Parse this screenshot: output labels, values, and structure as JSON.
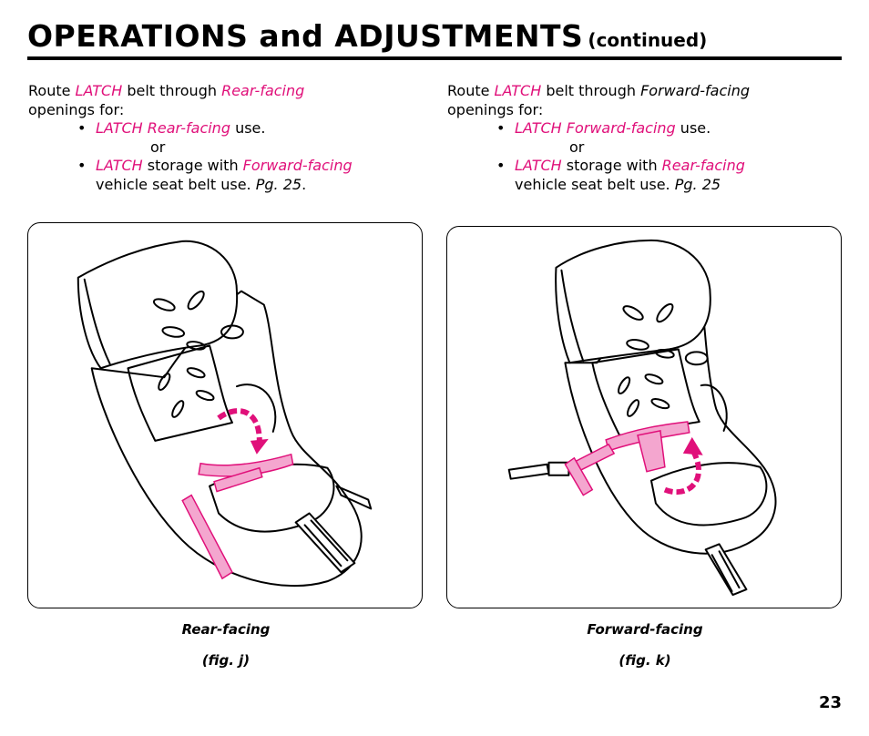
{
  "header": {
    "title_main": "OPERATIONS and ADJUSTMENTS",
    "title_sub": "(continued)"
  },
  "left_col": {
    "route_word": "Route",
    "latch": "LATCH",
    "belt_through": "belt through",
    "mode": "Rear-facing",
    "openings_for": "openings for:",
    "bullet1_highlight": "LATCH Rear-facing",
    "bullet1_rest": "use.",
    "or": "or",
    "bullet2_latch": "LATCH",
    "bullet2_middle": "storage with",
    "bullet2_mode": "Forward-facing",
    "bullet2_cont": "vehicle seat belt use.",
    "bullet2_ref": "Pg. 25",
    "bullet2_end": "."
  },
  "right_col": {
    "route_word": "Route",
    "latch": "LATCH",
    "belt_through": "belt through",
    "mode": "Forward-facing",
    "openings_for": "openings for:",
    "bullet1_highlight": "LATCH Forward-facing",
    "bullet1_rest": "use.",
    "or": "or",
    "bullet2_latch": "LATCH",
    "bullet2_middle": "storage with",
    "bullet2_mode": "Rear-facing",
    "bullet2_cont": "vehicle seat belt use.",
    "bullet2_ref": "Pg. 25"
  },
  "captions": {
    "left_title": "Rear-facing",
    "left_fig": "(fig. j)",
    "right_title": "Forward-facing",
    "right_fig": "(fig. k)"
  },
  "page_number": "23",
  "colors": {
    "accent_magenta": "#e0107a",
    "strap_pink": "#f4a6cf",
    "ink": "#000000"
  }
}
